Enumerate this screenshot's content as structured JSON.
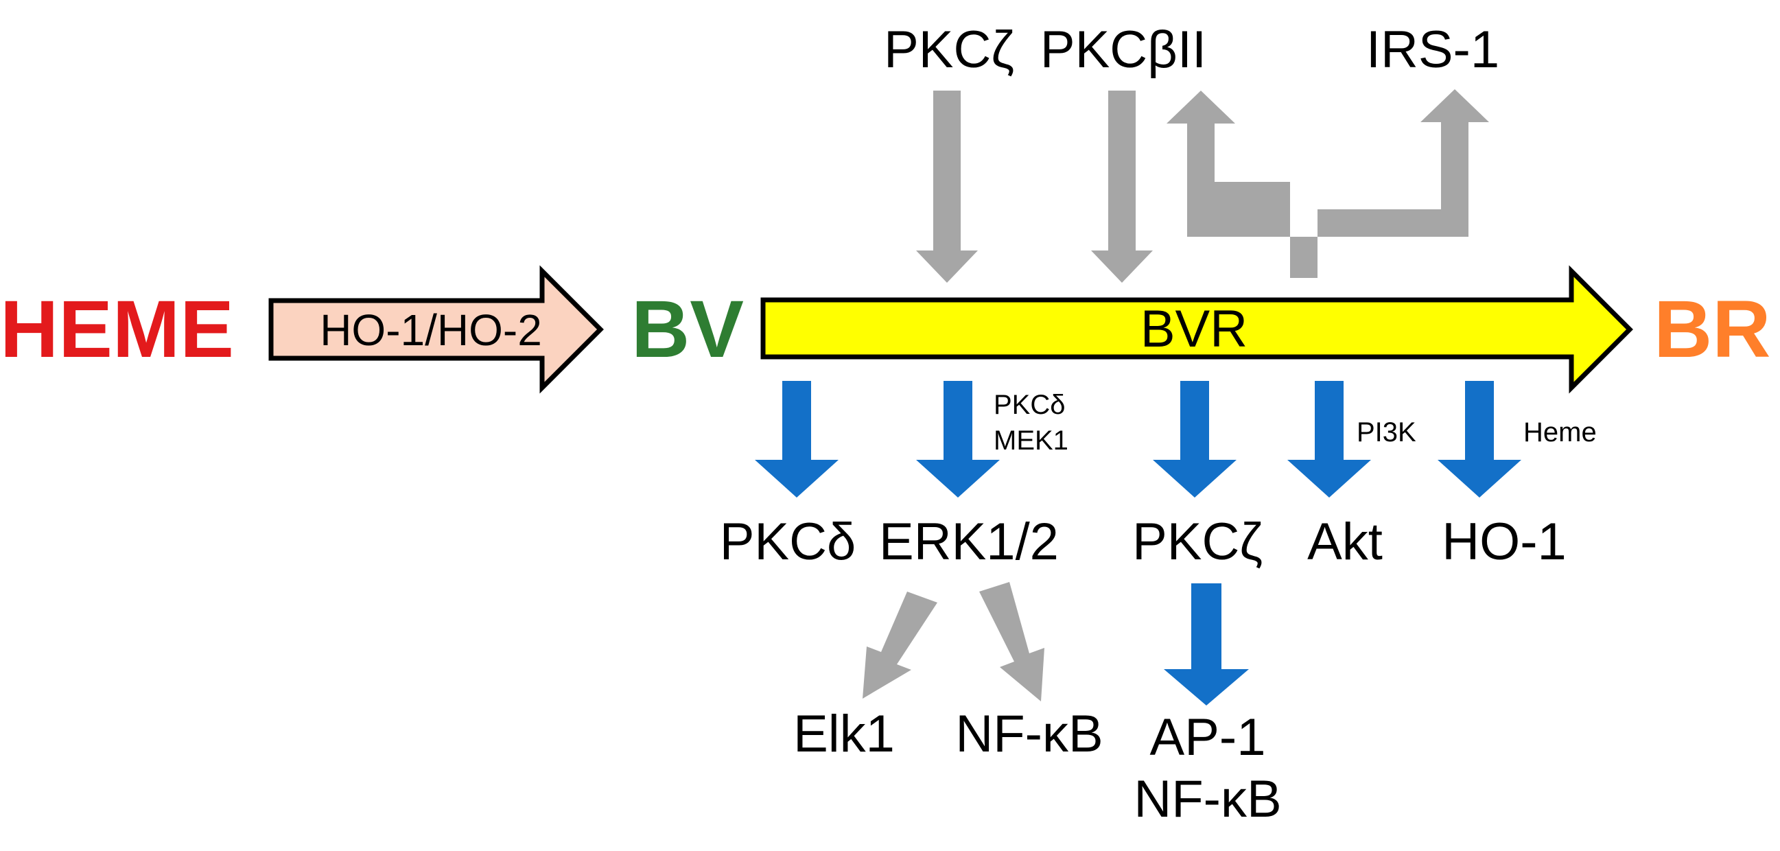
{
  "pathway": {
    "start": "HEME",
    "enzyme1": "HO-1/HO-2",
    "intermediate": "BV",
    "enzyme2": "BVR",
    "end": "BR"
  },
  "upstream": {
    "pkcz": "PKCζ",
    "pkcbii": "PKCβII",
    "irs1": "IRS-1"
  },
  "downstream": {
    "pkcd": "PKCδ",
    "erk": "ERK1/2",
    "erk_cofactor_1": "PKCδ",
    "erk_cofactor_2": "MEK1",
    "pkcz": "PKCζ",
    "akt": "Akt",
    "akt_cofactor": "PI3K",
    "ho1": "HO-1",
    "ho1_cofactor": "Heme"
  },
  "targets": {
    "elk1": "Elk1",
    "nfkb_erk": "NF-κB",
    "ap1": "AP-1",
    "nfkb_pkcz": "NF-κB"
  },
  "colors": {
    "heme": "#e31a1c",
    "bv": "#2e7d32",
    "br": "#ff7f2a",
    "ho_arrow_fill": "#fbd3c0",
    "bvr_arrow_fill": "#ffff00",
    "gray_arrow": "#a6a6a6",
    "blue_arrow": "#1370c8"
  }
}
